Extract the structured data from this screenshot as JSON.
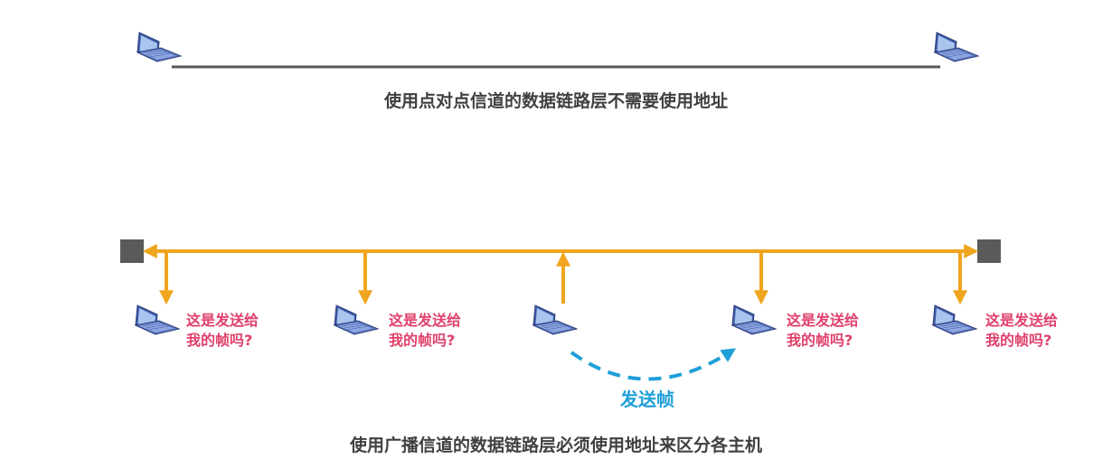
{
  "top": {
    "caption": "使用点对点信道的数据链路层不需要使用地址",
    "hosts": [
      {
        "icon": "laptop-icon"
      },
      {
        "icon": "laptop-icon"
      }
    ]
  },
  "bottom": {
    "caption": "使用广播信道的数据链路层必须使用地址来区分各主机",
    "hosts": [
      {
        "icon": "laptop-icon",
        "question_line1": "这是发送给",
        "question_line2": "我的帧吗?"
      },
      {
        "icon": "laptop-icon",
        "question_line1": "这是发送给",
        "question_line2": "我的帧吗?"
      },
      {
        "icon": "laptop-icon",
        "role": "sender"
      },
      {
        "icon": "laptop-icon",
        "question_line1": "这是发送给",
        "question_line2": "我的帧吗?"
      },
      {
        "icon": "laptop-icon",
        "question_line1": "这是发送给",
        "question_line2": "我的帧吗?"
      }
    ],
    "send_label": "发送帧"
  },
  "colors": {
    "bus": "#f0a51e",
    "terminator": "#5a5a5a",
    "link": "#555555",
    "question": "#e0406a",
    "send": "#1f9fd8",
    "caption": "#404040"
  }
}
